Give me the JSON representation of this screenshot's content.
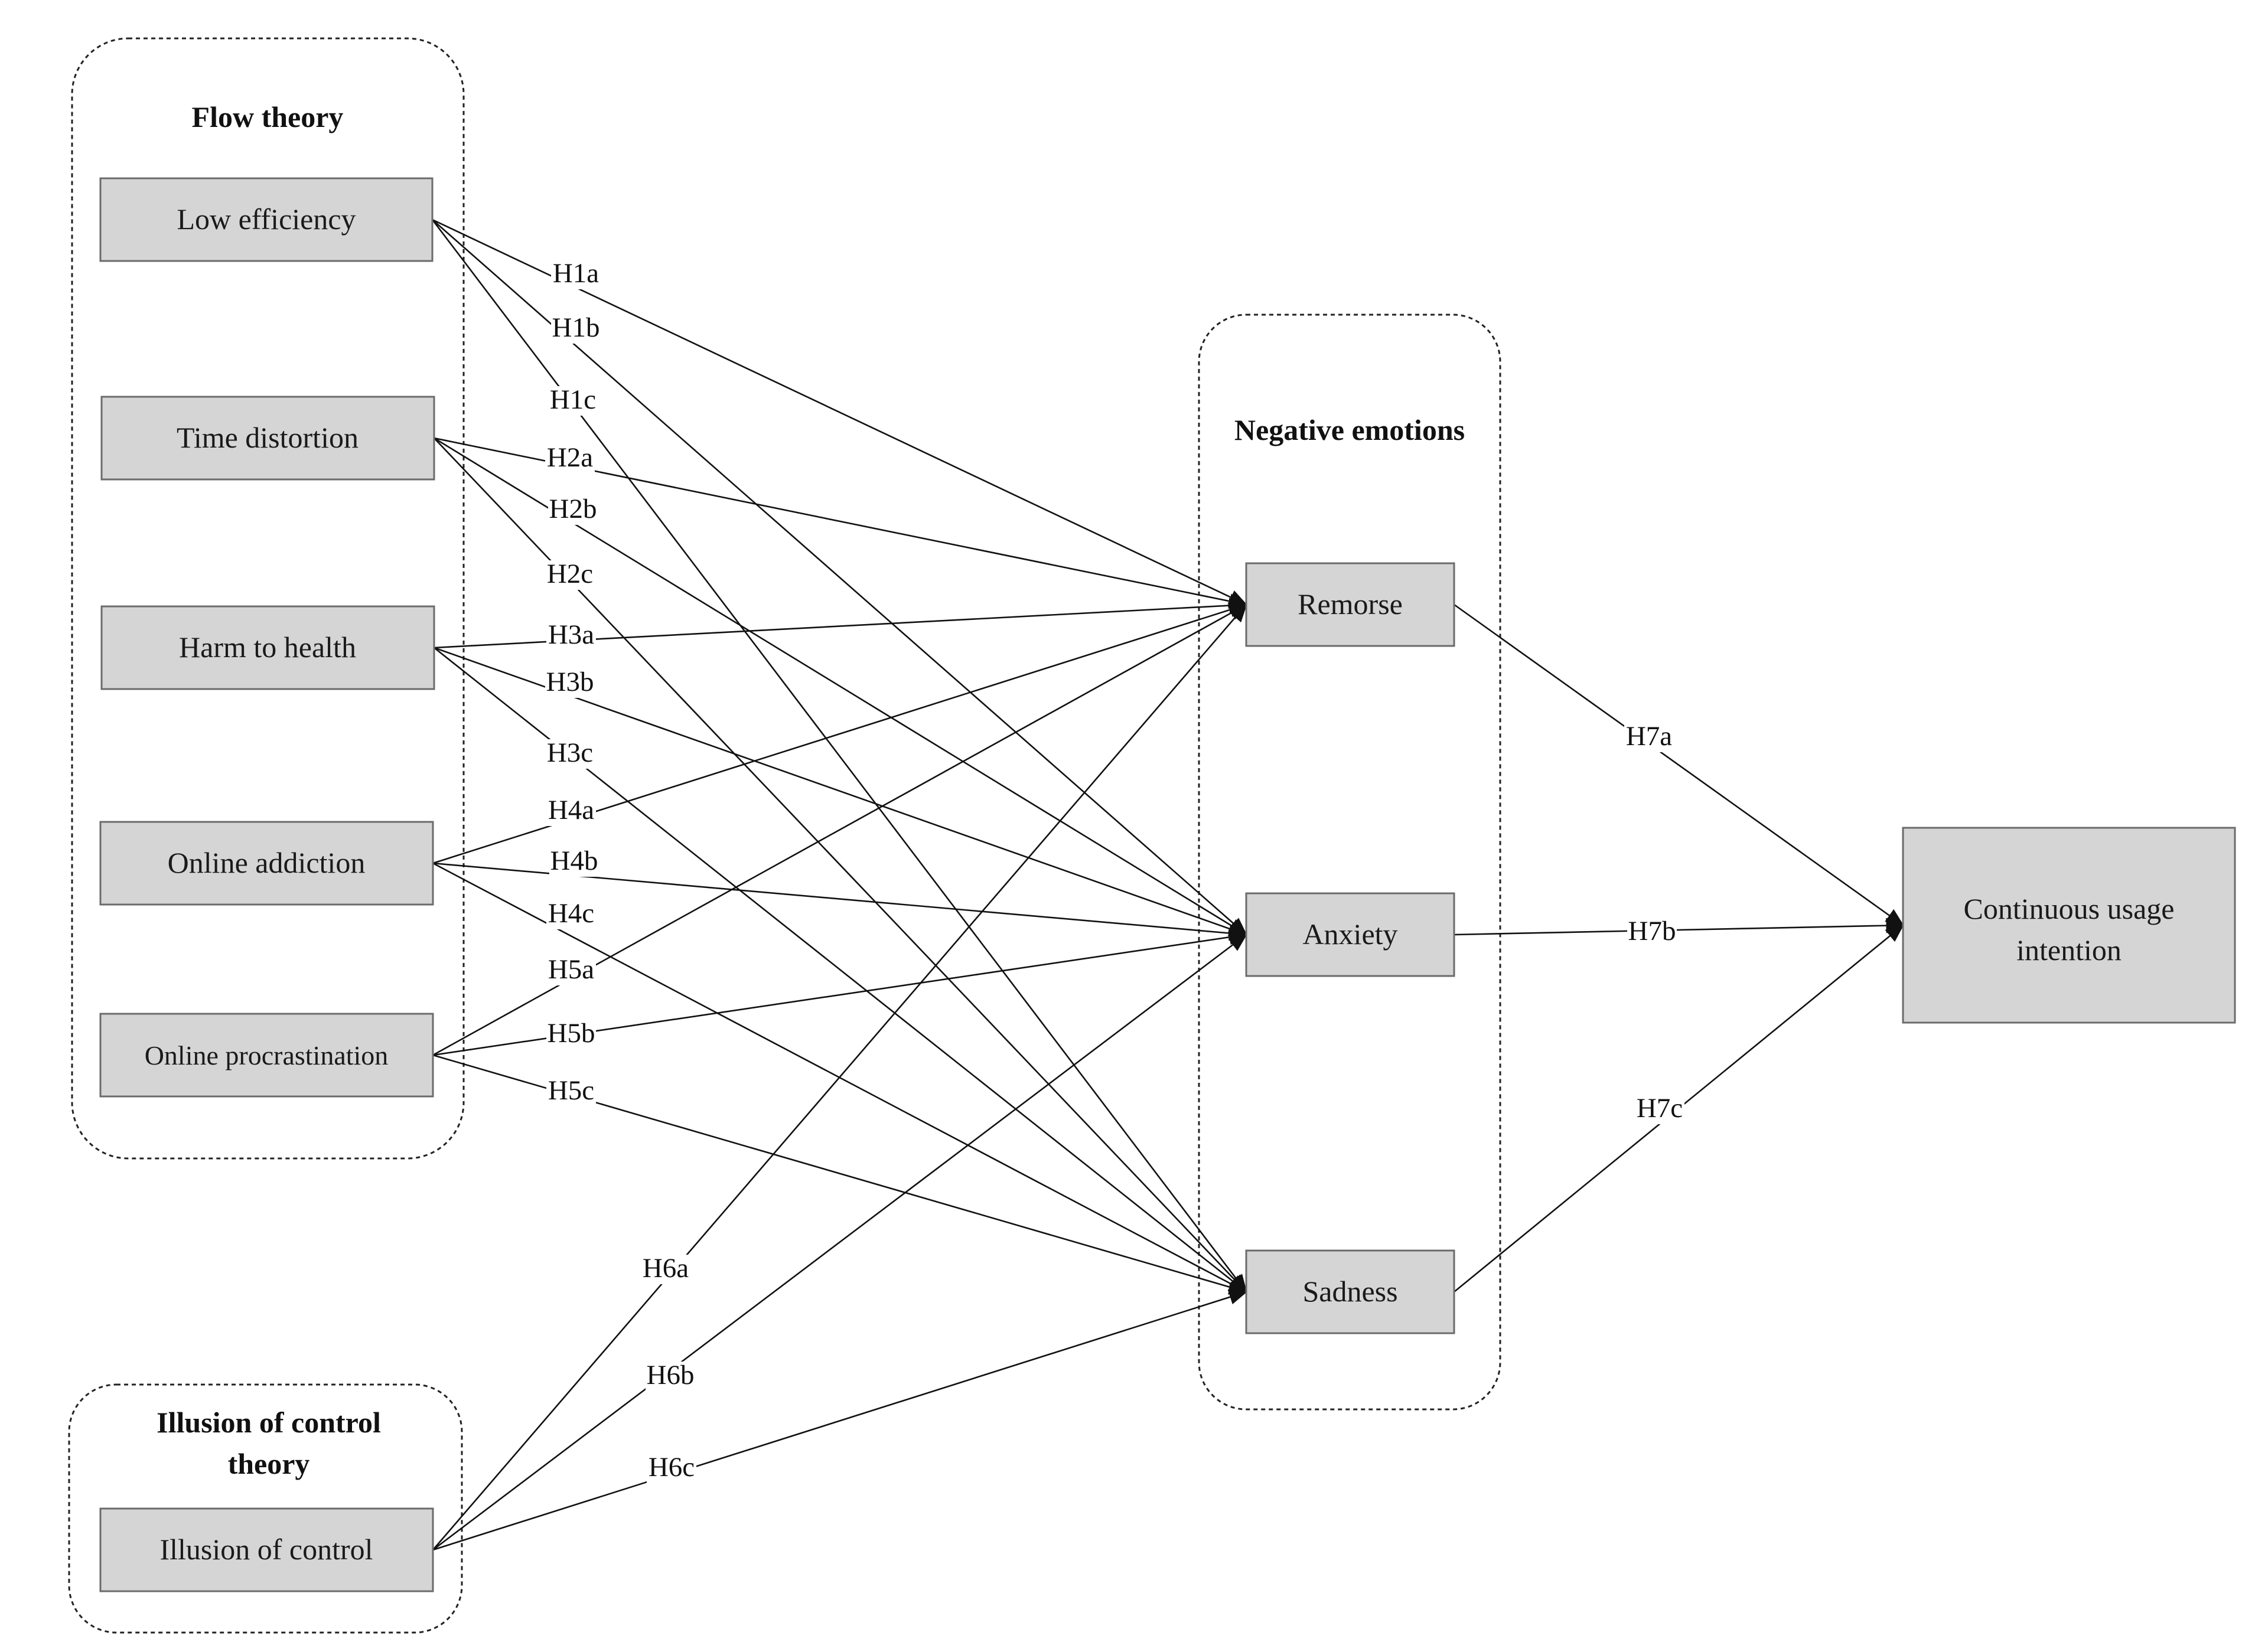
{
  "groups": {
    "flow": {
      "title": "Flow theory"
    },
    "illusion": {
      "title_line1": "Illusion of control",
      "title_line2": "theory"
    },
    "negative": {
      "title": "Negative emotions"
    }
  },
  "nodes": {
    "low_efficiency": "Low efficiency",
    "time_distortion": "Time distortion",
    "harm_to_health": "Harm to health",
    "online_addiction": "Online addiction",
    "online_procrastination": "Online procrastination",
    "illusion_of_control": "Illusion of control",
    "remorse": "Remorse",
    "anxiety": "Anxiety",
    "sadness": "Sadness",
    "continuous_usage_line1": "Continuous usage",
    "continuous_usage_line2": "intention"
  },
  "edges": [
    {
      "id": "H1a",
      "label": "H1a",
      "from": "low_efficiency",
      "to": "remorse"
    },
    {
      "id": "H1b",
      "label": "H1b",
      "from": "low_efficiency",
      "to": "anxiety"
    },
    {
      "id": "H1c",
      "label": "H1c",
      "from": "low_efficiency",
      "to": "sadness"
    },
    {
      "id": "H2a",
      "label": "H2a",
      "from": "time_distortion",
      "to": "remorse"
    },
    {
      "id": "H2b",
      "label": "H2b",
      "from": "time_distortion",
      "to": "anxiety"
    },
    {
      "id": "H2c",
      "label": "H2c",
      "from": "time_distortion",
      "to": "sadness"
    },
    {
      "id": "H3a",
      "label": "H3a",
      "from": "harm_to_health",
      "to": "remorse"
    },
    {
      "id": "H3b",
      "label": "H3b",
      "from": "harm_to_health",
      "to": "anxiety"
    },
    {
      "id": "H3c",
      "label": "H3c",
      "from": "harm_to_health",
      "to": "sadness"
    },
    {
      "id": "H4a",
      "label": "H4a",
      "from": "online_addiction",
      "to": "remorse"
    },
    {
      "id": "H4b",
      "label": "H4b",
      "from": "online_addiction",
      "to": "anxiety"
    },
    {
      "id": "H4c",
      "label": "H4c",
      "from": "online_addiction",
      "to": "sadness"
    },
    {
      "id": "H5a",
      "label": "H5a",
      "from": "online_procrastination",
      "to": "remorse"
    },
    {
      "id": "H5b",
      "label": "H5b",
      "from": "online_procrastination",
      "to": "anxiety"
    },
    {
      "id": "H5c",
      "label": "H5c",
      "from": "online_procrastination",
      "to": "sadness"
    },
    {
      "id": "H6a",
      "label": "H6a",
      "from": "illusion_of_control",
      "to": "remorse"
    },
    {
      "id": "H6b",
      "label": "H6b",
      "from": "illusion_of_control",
      "to": "anxiety"
    },
    {
      "id": "H6c",
      "label": "H6c",
      "from": "illusion_of_control",
      "to": "sadness"
    },
    {
      "id": "H7a",
      "label": "H7a",
      "from": "remorse",
      "to": "continuous_usage"
    },
    {
      "id": "H7b",
      "label": "H7b",
      "from": "anxiety",
      "to": "continuous_usage"
    },
    {
      "id": "H7c",
      "label": "H7c",
      "from": "sadness",
      "to": "continuous_usage"
    }
  ]
}
